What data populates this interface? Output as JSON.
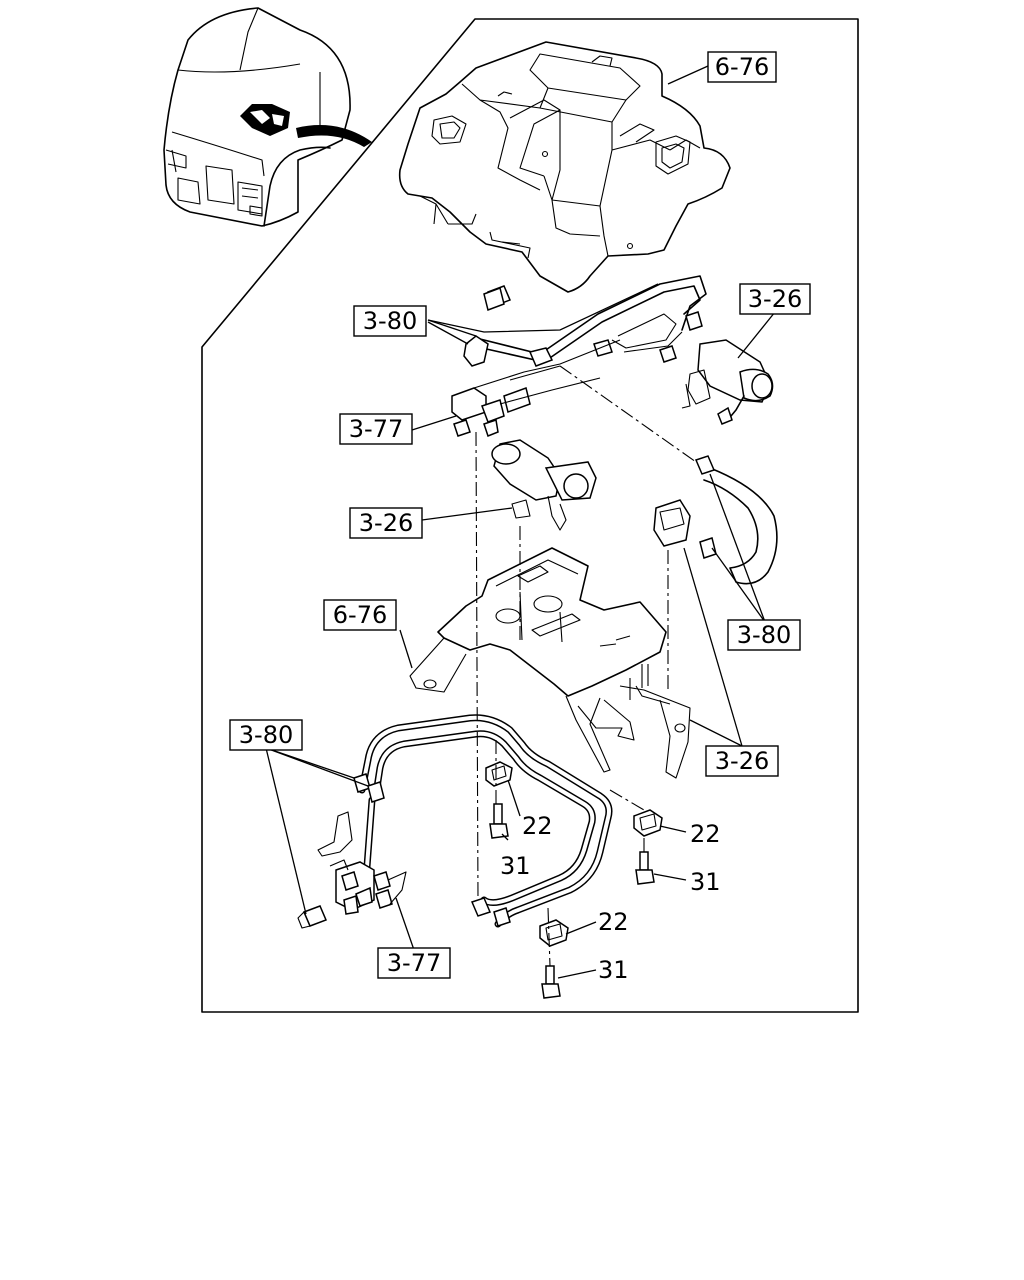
{
  "callouts": {
    "ref_6_76_top": "6-76",
    "ref_3_26_top": "3-26",
    "ref_3_80_top": "3-80",
    "ref_3_77_upper": "3-77",
    "ref_3_26_mid": "3-26",
    "ref_6_76_mid": "6-76",
    "ref_3_80_right": "3-80",
    "ref_3_80_lower": "3-80",
    "ref_3_26_lower": "3-26",
    "ref_3_77_lower": "3-77"
  },
  "part_numbers": {
    "clip_a": "22",
    "bolt_a": "31",
    "clip_b": "22",
    "bolt_b": "31",
    "clip_c": "22",
    "bolt_c": "31"
  }
}
